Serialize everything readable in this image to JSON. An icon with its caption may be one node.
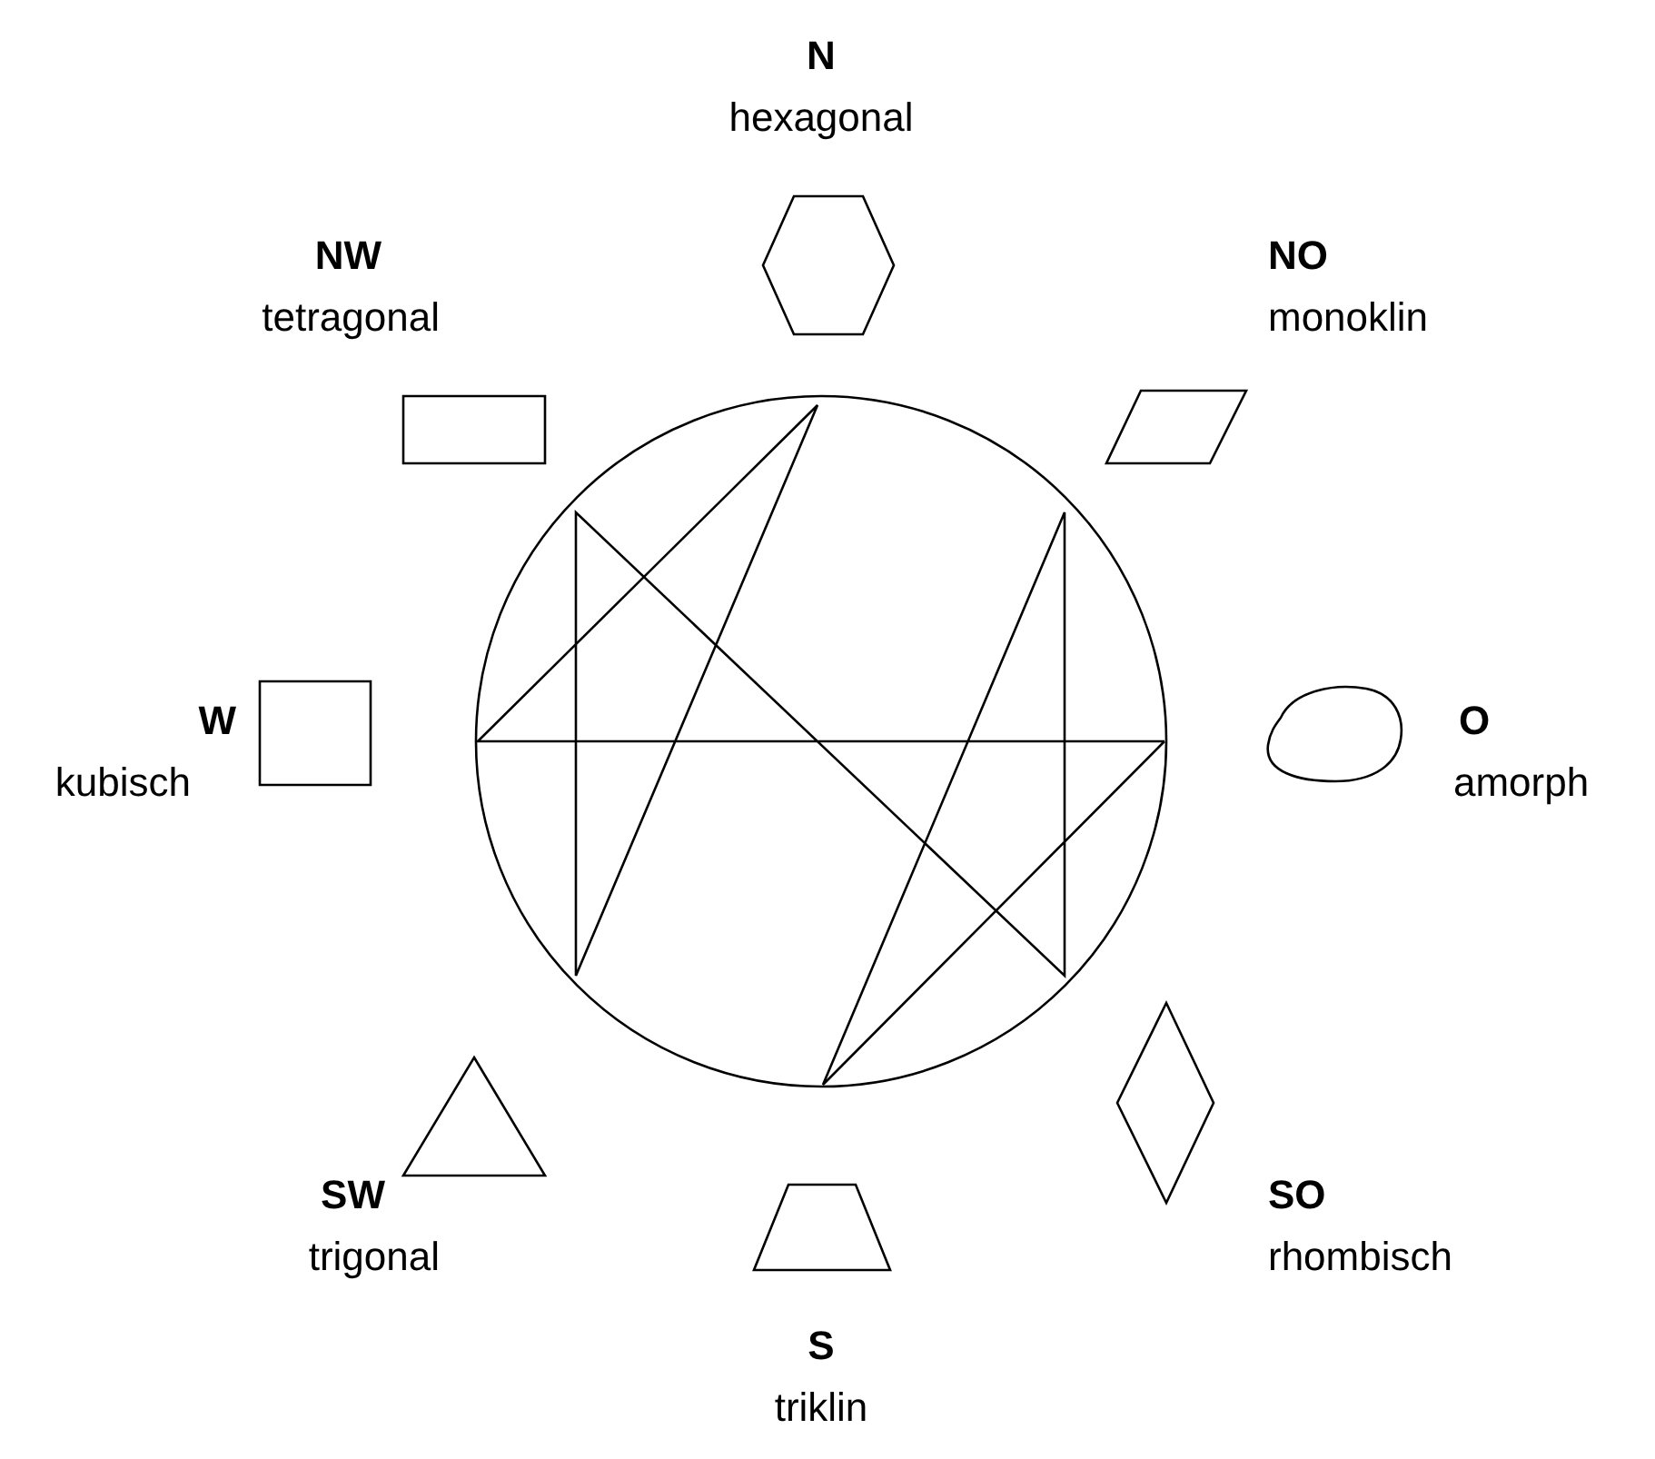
{
  "diagram": {
    "nodes": [
      {
        "text": [
          "N",
          "hexagonal"
        ]
      },
      {
        "text": [
          "NO",
          "monoklin"
        ]
      },
      {
        "text": [
          "O",
          "amorph"
        ]
      },
      {
        "text": [
          "SO",
          "rhombisch"
        ]
      },
      {
        "text": [
          "S",
          "triklin"
        ]
      },
      {
        "text": [
          "SW",
          "trigonal"
        ]
      },
      {
        "text": [
          "W",
          "kubisch"
        ]
      },
      {
        "text": [
          "NW",
          "tetragonal"
        ]
      }
    ]
  }
}
